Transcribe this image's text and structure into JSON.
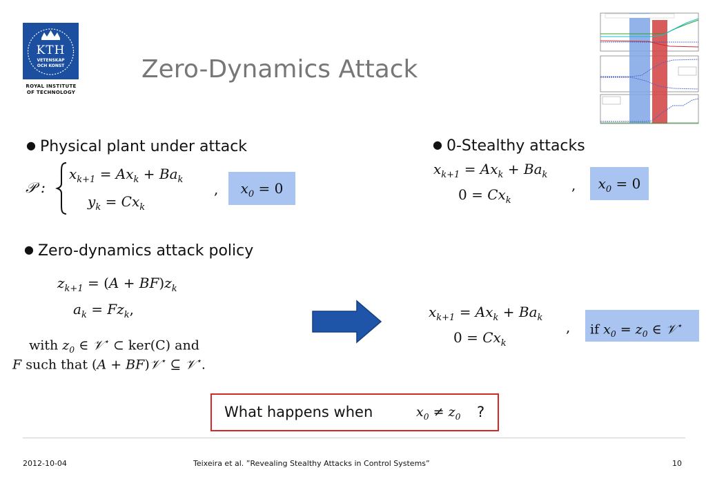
{
  "logo": {
    "wordmark": "KTH",
    "line1": "VETENSKAP",
    "line2": "OCH KONST",
    "caption_line1": "ROYAL INSTITUTE",
    "caption_line2": "OF TECHNOLOGY"
  },
  "title": "Zero-Dynamics Attack",
  "left": {
    "bullet1": "Physical plant under attack",
    "plant_label": "𝒫 :",
    "eq1_lhs": "x",
    "eq1_rhs": "= Ax",
    "eq2": "y",
    "init": "x",
    "bullet2": "Zero-dynamics attack policy",
    "policy_eq1": "z",
    "policy_eq2": "a",
    "with_line": "with",
    "such_line": "such that"
  },
  "right": {
    "bullet1": "0-Stealthy attacks",
    "if_text": "if"
  },
  "question": {
    "prefix": "What happens when",
    "suffix": "?"
  },
  "footer": {
    "date": "2012-10-04",
    "citation": "Teixeira et al. ”Revealing Stealthy Attacks in Control Systems”",
    "page": "10"
  },
  "colors": {
    "title": "#777777",
    "logo_blue": "#1c4fa0",
    "highlight": "#a9c4f0",
    "arrow": "#1f55a8",
    "question_border": "#d62728",
    "plot_blue_band": "#7fa6e6",
    "plot_red_band": "#d44a4a"
  }
}
